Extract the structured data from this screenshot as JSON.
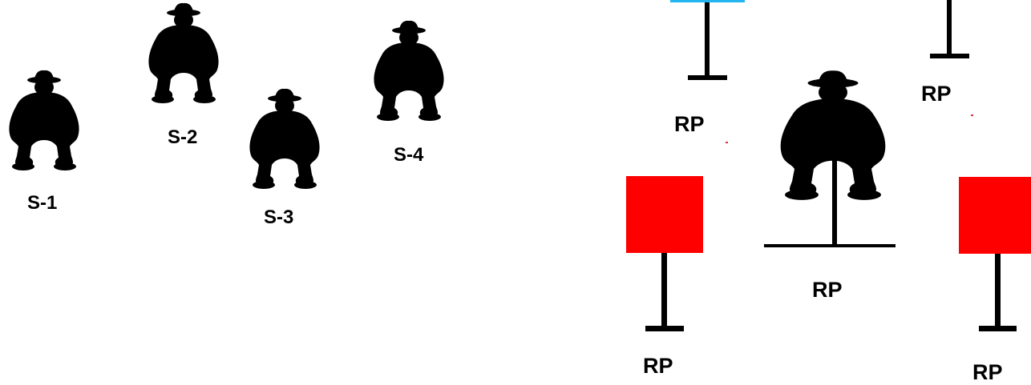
{
  "shooter_labels": [
    "S-1",
    "S-2",
    "S-3",
    "S-4"
  ],
  "rp_label": "RP",
  "colors": {
    "silhouette": "#000000",
    "target_red": "#ff0000",
    "target_top_edge": "#23b5f0",
    "post": "#000000"
  },
  "icons": {
    "shooter": "crouching-figure-silhouette",
    "steel_target": "square-plate-on-post"
  }
}
